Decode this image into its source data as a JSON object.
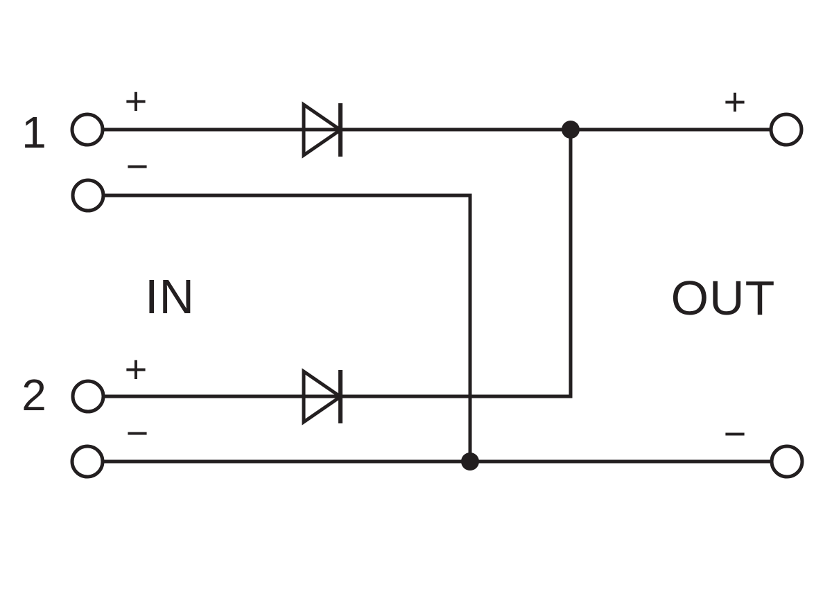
{
  "labels": {
    "terminal_1": "1",
    "terminal_2": "2",
    "in": "IN",
    "out": "OUT",
    "plus": "+",
    "minus": "−"
  },
  "icons": {
    "diode": "diode-icon",
    "terminal": "terminal-circle-icon",
    "junction": "junction-dot-icon"
  },
  "colors": {
    "line": "#231f20",
    "background": "#ffffff"
  }
}
